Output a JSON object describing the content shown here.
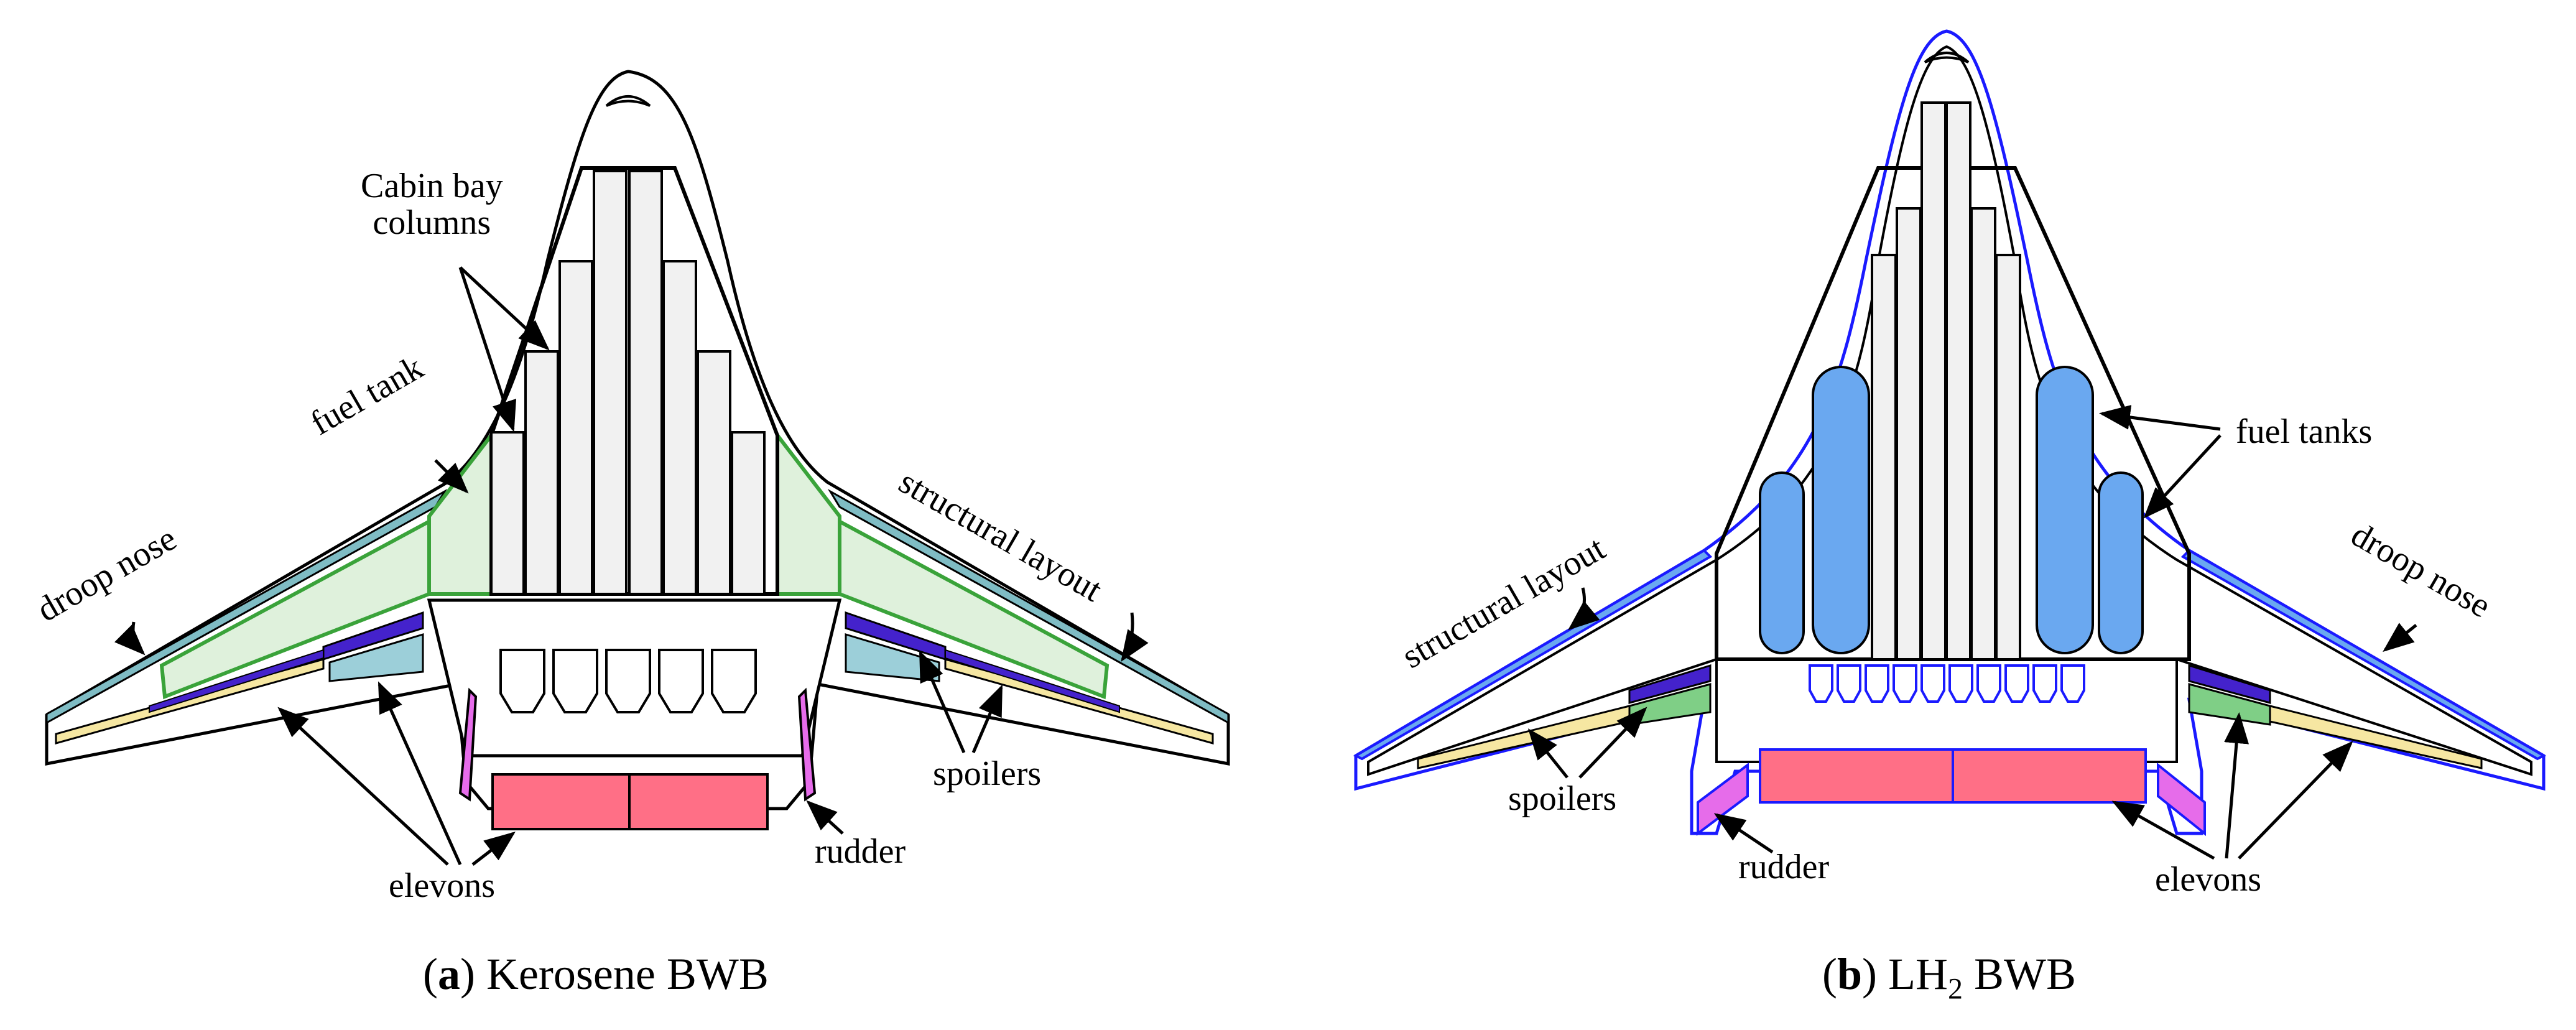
{
  "colors": {
    "outline_a": "#000000",
    "outline_b": "#1a1aff",
    "fuel_tank_fill": "#dff1dc",
    "fuel_tank_stroke": "#3aa33a",
    "droop_nose": "#7fbcc4",
    "spoiler_purple": "#4422cc",
    "spoiler_green": "#7fcf86",
    "flap_yellow": "#f6e7a2",
    "cabin_column": "#f1f1f1",
    "cargo_pink": "#ff6f86",
    "rudder_magenta": "#e66cea",
    "lh2_tank": "#6aa8f0",
    "flap_teal": "#9ccfd9"
  },
  "panel_a": {
    "caption_letter": "a",
    "caption_text": "Kerosene BWB",
    "labels": {
      "cabin_bay_line1": "Cabin bay",
      "cabin_bay_line2": "columns",
      "fuel_tank": "fuel tank",
      "droop_nose": "droop nose",
      "structural_layout": "structural layout",
      "spoilers": "spoilers",
      "rudder": "rudder",
      "elevons": "elevons"
    }
  },
  "panel_b": {
    "caption_letter": "b",
    "caption_text_pre": "LH",
    "caption_subscript": "2",
    "caption_text_post": " BWB",
    "labels": {
      "fuel_tanks": "fuel tanks",
      "structural_layout": "structural layout",
      "droop_nose": "droop nose",
      "spoilers": "spoilers",
      "rudder": "rudder",
      "elevons": "elevons"
    }
  }
}
